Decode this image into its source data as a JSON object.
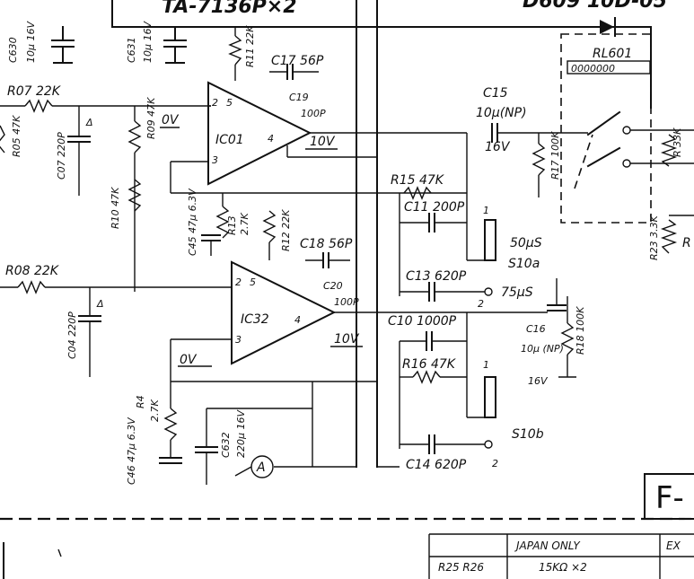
{
  "title": "TA-7136P×2",
  "top_right": "D609 10D-05",
  "relay": "RL601",
  "ic_upper": "IC01",
  "ic_lower": "IC32",
  "voltages": {
    "ic1_in": "0V",
    "ic1_out": "10V",
    "ic2_in": "0V",
    "ic2_out": "10V"
  },
  "parts": {
    "c630": "C630",
    "c630_val": "10µ 16V",
    "c631": "C631",
    "c631_val": "10µ 16V",
    "r11": "R11 22K",
    "c17": "C17 56P",
    "c19": "C19",
    "c19_val": "100P",
    "r07": "R07 22K",
    "r05": "R05 47K",
    "c07": "C07 220P",
    "r09": "R09 47K",
    "r10": "R10 47K",
    "c15": "C15",
    "c15_val": "10µ(NP)",
    "c15_v": "16V",
    "r17": "R17 100K",
    "r15": "R15 47K",
    "c11": "C11 200P",
    "c13": "C13 620P",
    "r13": "R13",
    "r13_val": "2.7K",
    "c45": "C45 47µ 6.3V",
    "r12": "R12 22K",
    "c18": "C18 56P",
    "c20": "C20",
    "c20_val": "100P",
    "r08": "R08 22K",
    "c04": "C04 220P",
    "c10": "C10 1000P",
    "c16": "C16",
    "c16_val": "10µ (NP)",
    "c16_v": "16V",
    "r18": "R18 100K",
    "r16": "R16 47K",
    "c14": "C14 620P",
    "r4": "R4",
    "r4_val": "2.7K",
    "c46": "C46 47µ 6.3V",
    "c632": "C632",
    "c632_val": "220µ 16V",
    "r_right1": "R 33K",
    "r_right2": "R23 3.3K",
    "r_right3": "R"
  },
  "switch": {
    "s10a": "S10a",
    "s10b": "S10b",
    "p50": "50µS",
    "p75": "75µS",
    "pos1": "1",
    "pos2": "2"
  },
  "meter": "A",
  "delta": "Δ",
  "fig_label": "F-",
  "table": {
    "header": [
      "",
      "JAPAN ONLY",
      "EX"
    ],
    "rows": [
      [
        "R25 R26",
        "15KΩ ×2",
        ""
      ]
    ]
  }
}
